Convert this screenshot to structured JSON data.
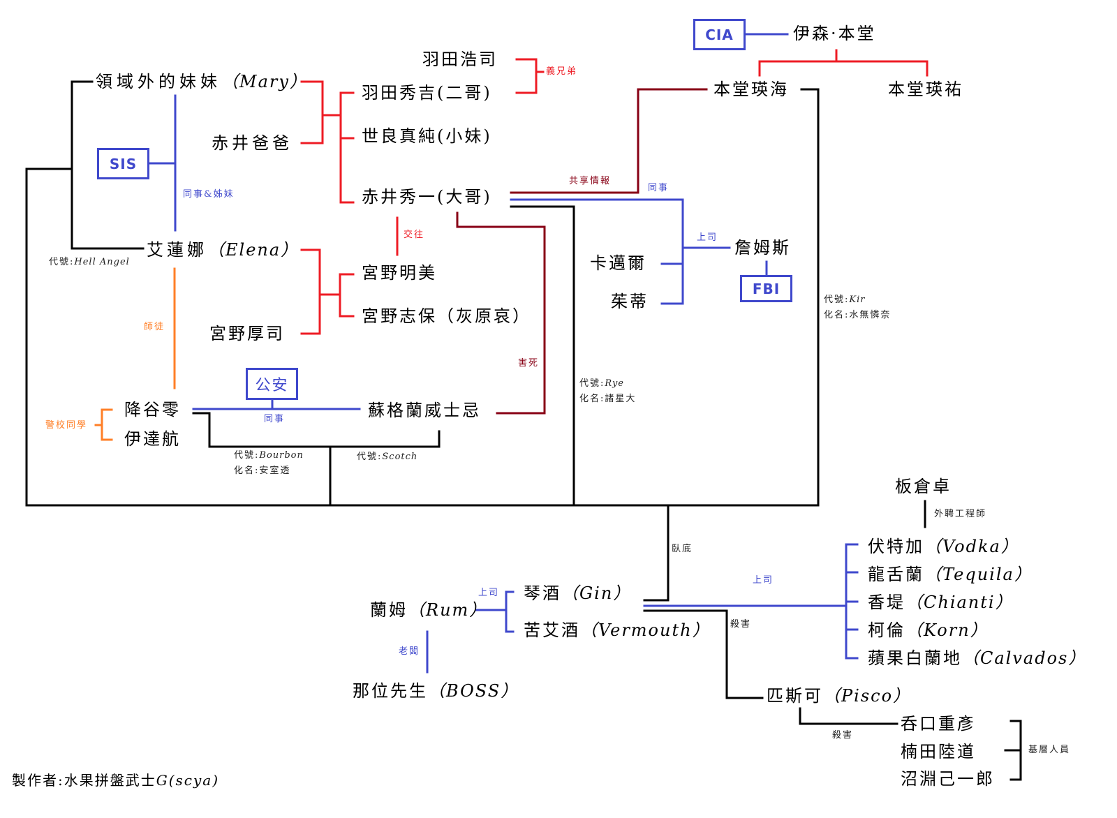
{
  "colors": {
    "family": "#ee1c25",
    "colleague": "#3f48cc",
    "conflict": "#880015",
    "mentor": "#ff7f27",
    "organization": "#000000"
  },
  "organizations": {
    "sis": "SIS",
    "koan": "公安",
    "cia": "CIA",
    "fbi": "FBI"
  },
  "people": {
    "haneda_koji": "羽田浩司",
    "haneda_shukichi": "羽田秀吉(二哥)",
    "sera_masumi": "世良真純(小妹)",
    "akai_shuichi": "赤井秀一(大哥)",
    "mary": {
      "name": "領域外的妹妹",
      "alias": "（Mary）"
    },
    "akai_father": "赤井爸爸",
    "elena": {
      "name": "艾蓮娜",
      "alias": "（Elena）"
    },
    "miyano_akemi": "宮野明美",
    "miyano_shiho": "宮野志保（灰原哀）",
    "miyano_atsushi": "宮野厚司",
    "furuya_rei": "降谷零",
    "date_wataru": "伊達航",
    "scotch": "蘇格蘭威士忌",
    "james": "詹姆斯",
    "camel": "卡邁爾",
    "jodie": "茱蒂",
    "ethan_hondo": "伊森·本堂",
    "hondo_hidemi": "本堂瑛海",
    "hondo_eisuke": "本堂瑛祐",
    "itakura": "板倉卓",
    "vodka": {
      "name": "伏特加",
      "alias": "（Vodka）"
    },
    "tequila": {
      "name": "龍舌蘭",
      "alias": "（Tequila）"
    },
    "chianti": {
      "name": "香堤",
      "alias": "（Chianti）"
    },
    "korn": {
      "name": "柯倫",
      "alias": "（Korn）"
    },
    "calvados": {
      "name": "蘋果白蘭地",
      "alias": "（Calvados）"
    },
    "gin": {
      "name": "琴酒",
      "alias": "（Gin）"
    },
    "vermouth": {
      "name": "苦艾酒",
      "alias": "（Vermouth）"
    },
    "rum": {
      "name": "蘭姆",
      "alias": "（Rum）"
    },
    "boss": {
      "name": "那位先生",
      "alias": "（BOSS）"
    },
    "pisco": {
      "name": "匹斯可",
      "alias": "（Pisco）"
    },
    "nomiguchi": "呑口重彥",
    "kusuda": "楠田陸道",
    "numabuchi": "沼淵己一郎"
  },
  "relations": {
    "sworn_brothers": "義兄弟",
    "colleague_sisters": "同事&姊妹",
    "dating": "交往",
    "mentor": "師徒",
    "police_classmates": "警校同學",
    "koan_colleague": "同事",
    "caused_death": "害死",
    "shared_intel": "共享情報",
    "fbi_colleague": "同事",
    "fbi_boss": "上司",
    "engineer": "外聘工程師",
    "undercover": "臥底",
    "gin_boss": "上司",
    "gin_killed": "殺害",
    "rum_boss": "上司",
    "the_boss": "老闆",
    "pisco_killed": "殺害",
    "grunts": "基層人員"
  },
  "aliases": {
    "elena": {
      "label": "代號:",
      "value": "Hell Angel"
    },
    "bourbon": {
      "label": "代號:",
      "value": "Bourbon"
    },
    "amuro": {
      "label": "化名:",
      "value": "安室透"
    },
    "scotch": {
      "label": "代號:",
      "value": "Scotch"
    },
    "rye": {
      "label": "代號:",
      "value": "Rye"
    },
    "moroboshi": {
      "label": "化名:",
      "value": "諸星大"
    },
    "kir": {
      "label": "代號:",
      "value": "Kir"
    },
    "mizunashi": {
      "label": "化名:",
      "value": "水無憐奈"
    }
  },
  "credit": {
    "label": "製作者:水果拼盤武士",
    "handle": "G(scya)"
  }
}
